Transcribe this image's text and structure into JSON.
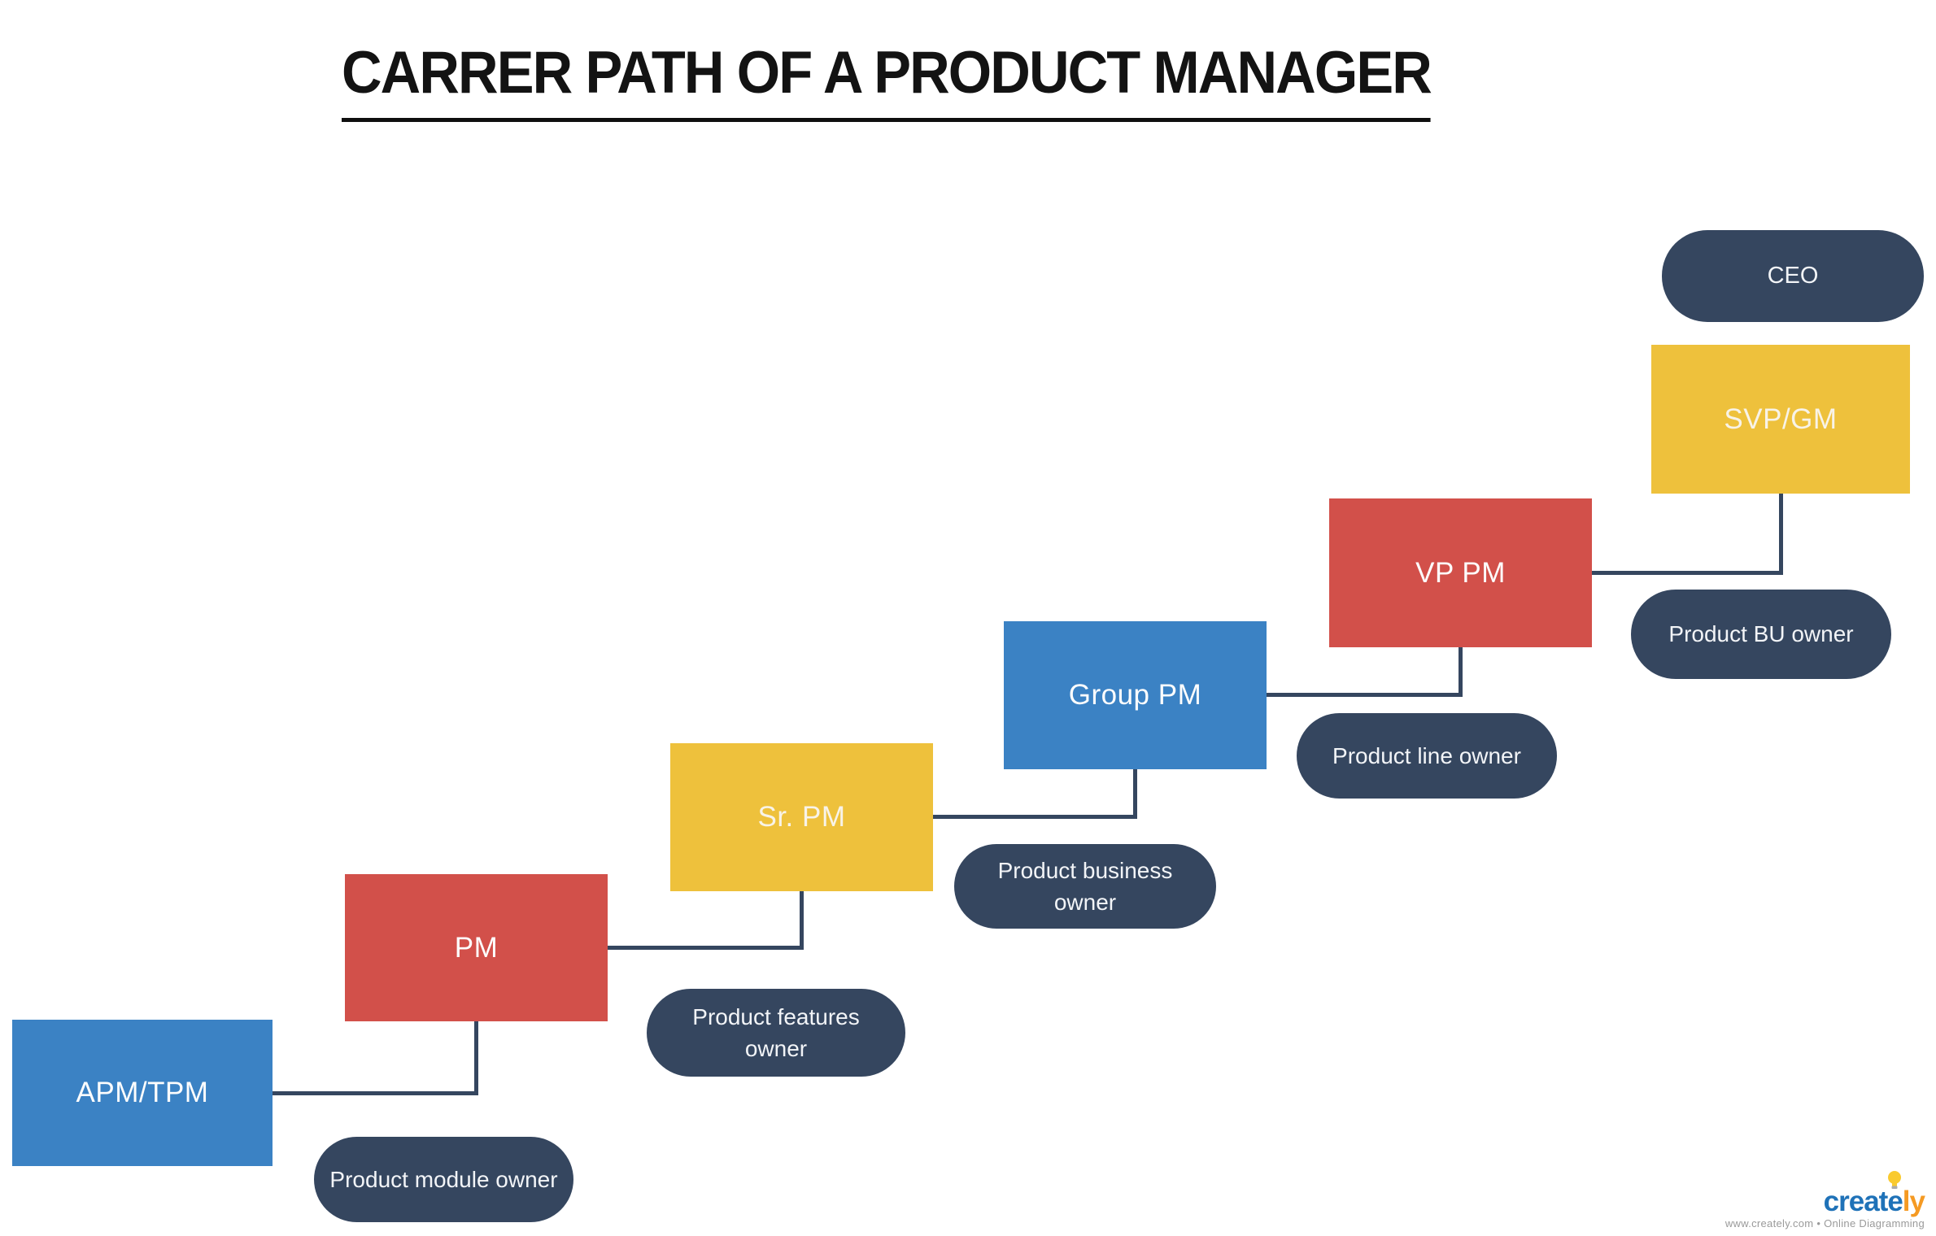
{
  "title": "CARRER PATH OF A PRODUCT MANAGER",
  "colors": {
    "box_blue": "#3b82c4",
    "box_red": "#d2504a",
    "box_yellow": "#eec13c",
    "pill_navy": "#35465f",
    "connector_navy": "#35465f",
    "title_text": "#131313",
    "logo_blue": "#1f72b8",
    "logo_orange": "#f59a23",
    "bulb_yellow": "#f9ca2f",
    "tagline_gray": "#9a9a9a"
  },
  "diagram": {
    "ceo": {
      "label": "CEO"
    },
    "levels": [
      {
        "role": "APM/TPM",
        "owner": "Product module owner",
        "color": "blue"
      },
      {
        "role": "PM",
        "owner": "Product features owner",
        "color": "red"
      },
      {
        "role": "Sr. PM",
        "owner": "Product business owner",
        "color": "yellow"
      },
      {
        "role": "Group PM",
        "owner": "Product line owner",
        "color": "blue"
      },
      {
        "role": "VP PM",
        "owner": "Product BU owner",
        "color": "red"
      },
      {
        "role": "SVP/GM",
        "color": "yellow"
      }
    ]
  },
  "footer": {
    "logo_part1": "create",
    "logo_part2": "ly",
    "tagline": "www.creately.com • Online Diagramming"
  }
}
